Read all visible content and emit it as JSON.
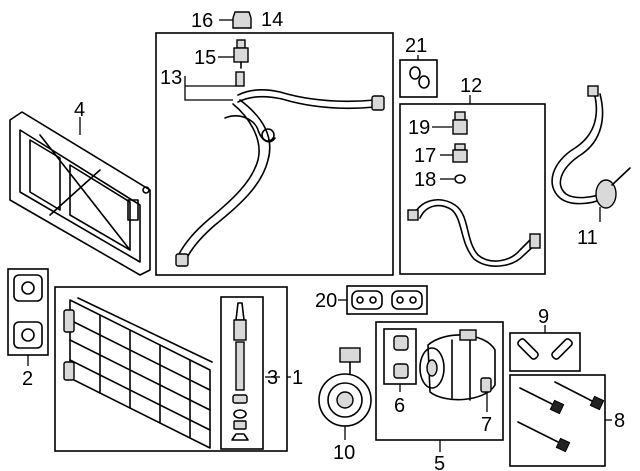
{
  "callouts": {
    "c1": "1",
    "c2": "2",
    "c3": "3",
    "c4": "4",
    "c5": "5",
    "c6": "6",
    "c7": "7",
    "c8": "8",
    "c9": "9",
    "c10": "10",
    "c11": "11",
    "c12": "12",
    "c13": "13",
    "c14": "14",
    "c15": "15",
    "c16": "16",
    "c17": "17",
    "c18": "18",
    "c19": "19",
    "c20": "20",
    "c21": "21"
  },
  "colors": {
    "line": "#000000",
    "fill": "#d9d9d9",
    "background": "#ffffff"
  }
}
